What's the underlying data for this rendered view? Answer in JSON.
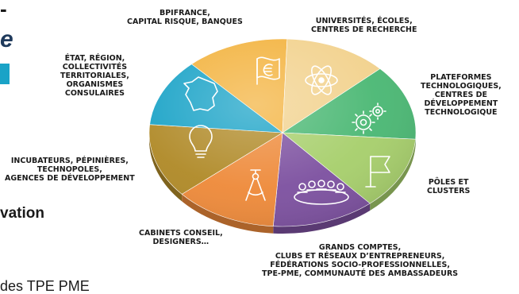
{
  "fragments": {
    "f1": "-",
    "f2": "e",
    "f3": "vation",
    "f4": "des TPE PME"
  },
  "accent_color": "#1aa3c7",
  "segments": [
    {
      "id": "bpifrance",
      "label": "BPIFRANCE,\nCAPITAL RISQUE, BANQUES",
      "color": "#f3b33f",
      "icon": "euro-flag-icon"
    },
    {
      "id": "universites",
      "label": "UNIVERSITÉS, ÉCOLES,\nCENTRES DE RECHERCHE",
      "color": "#f2d28e",
      "icon": "atom-icon"
    },
    {
      "id": "plateformes",
      "label": "PLATEFORMES\nTECHNOLOGIQUES,\nCENTRES DE\nDÉVELOPPEMENT\nTECHNOLOGIQUE",
      "color": "#4bb874",
      "icon": "gears-icon"
    },
    {
      "id": "poles",
      "label": "PÔLES ET\nCLUSTERS",
      "color": "#a7cf6c",
      "icon": "flag-icon"
    },
    {
      "id": "grands",
      "label": "GRANDS COMPTES,\nCLUBS ET RÉSEAUX D’ENTREPRENEURS,\nFÉDÉRATIONS SOCIO-PROFESSIONNELLES,\nTPE-PME, COMMUNAUTÉ DES AMBASSADEURS",
      "color": "#7d51a0",
      "icon": "meeting-table-icon"
    },
    {
      "id": "cabinets",
      "label": "CABINETS CONSEIL,\nDESIGNERS…",
      "color": "#ee8a3a",
      "icon": "compass-icon"
    },
    {
      "id": "incubateurs",
      "label": "INCUBATEURS, PÉPINIÈRES,\nTECHNOPOLES,\nAGENCES DE DÉVELOPPEMENT",
      "color": "#b08a28",
      "icon": "lightbulb-icon"
    },
    {
      "id": "etat",
      "label": "ÉTAT, RÉGION,\nCOLLECTIVITÉS\nTERRITORIALES,\nORGANISMES\nCONSULAIRES",
      "color": "#1aa3c7",
      "icon": "france-map-icon"
    }
  ]
}
